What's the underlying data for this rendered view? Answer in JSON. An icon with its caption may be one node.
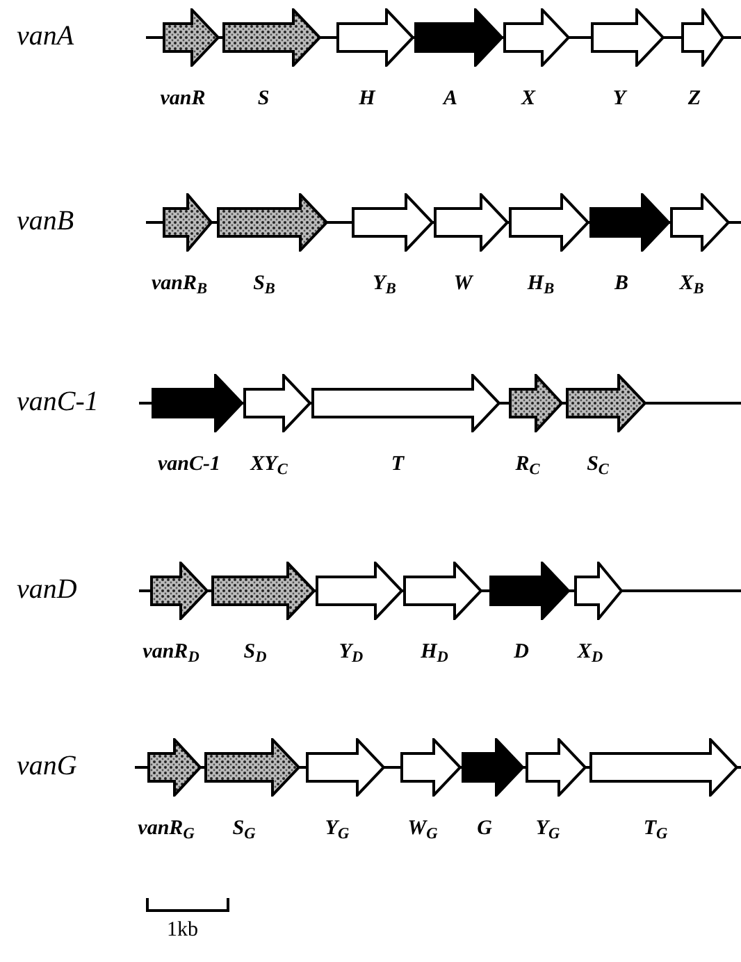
{
  "diagram": {
    "nodes": [
      {
        "text": [],
        "shape": "arrow",
        "beside": [
          "vanR"
        ]
      },
      {
        "text": [],
        "shape": "arrow",
        "beside": [
          "S"
        ]
      },
      {
        "text": [],
        "shape": "arrow",
        "beside": [
          "H"
        ]
      },
      {
        "text": [],
        "shape": "arrow",
        "beside": [
          "A"
        ]
      },
      {
        "text": [],
        "shape": "arrow",
        "beside": [
          "X"
        ]
      },
      {
        "text": [],
        "shape": "arrow",
        "beside": [
          "Y"
        ]
      },
      {
        "text": [],
        "shape": "arrow",
        "beside": [
          "Z"
        ]
      },
      {
        "text": [],
        "shape": "arrow",
        "beside": [
          "vanR$_{B}$"
        ]
      },
      {
        "text": [],
        "shape": "arrow",
        "beside": [
          "S$_{B}$"
        ]
      },
      {
        "text": [],
        "shape": "arrow",
        "beside": [
          "Y$_{B}$"
        ]
      },
      {
        "text": [],
        "shape": "arrow",
        "beside": [
          "W"
        ]
      },
      {
        "text": [],
        "shape": "arrow",
        "beside": [
          "H$_{B}$"
        ]
      },
      {
        "text": [],
        "shape": "arrow",
        "beside": [
          "B"
        ]
      },
      {
        "text": [],
        "shape": "arrow",
        "beside": [
          "X$_{B}$"
        ]
      },
      {
        "text": [],
        "shape": "arrow",
        "beside": [
          "vanC-1"
        ]
      },
      {
        "text": [],
        "shape": "arrow",
        "beside": [
          "XY$_{C}$"
        ]
      },
      {
        "text": [],
        "shape": "arrow",
        "beside": [
          "T"
        ]
      },
      {
        "text": [],
        "shape": "arrow",
        "beside": [
          "R$_{C}$"
        ]
      },
      {
        "text": [],
        "shape": "arrow",
        "beside": [
          "S$_{C}$"
        ]
      },
      {
        "text": [],
        "shape": "arrow",
        "beside": [
          "vanR$_{D}$"
        ]
      },
      {
        "text": [],
        "shape": "arrow",
        "beside": [
          "S$_{D}$"
        ]
      },
      {
        "text": [],
        "shape": "arrow",
        "beside": [
          "Y$_{D}$"
        ]
      },
      {
        "text": [],
        "shape": "arrow",
        "beside": [
          "H$_{D}$"
        ]
      },
      {
        "text": [],
        "shape": "arrow",
        "beside": [
          "D"
        ]
      },
      {
        "text": [],
        "shape": "arrow",
        "beside": [
          "X$_{D}$"
        ]
      },
      {
        "text": [],
        "shape": "arrow",
        "beside": [
          "vanR$_{G}$"
        ]
      },
      {
        "text": [],
        "shape": "arrow",
        "beside": [
          "S$_{G}$"
        ]
      },
      {
        "text": [],
        "shape": "arrow",
        "beside": [
          "Y$_{G}$"
        ]
      },
      {
        "text": [],
        "shape": "arrow",
        "beside": [
          "W$_{G}$"
        ]
      },
      {
        "text": [],
        "shape": "arrow",
        "beside": [
          "G"
        ]
      },
      {
        "text": [],
        "shape": "arrow",
        "beside": [
          "Y$_{G}$"
        ]
      },
      {
        "text": [],
        "shape": "arrow",
        "beside": [
          "T$_{G}$"
        ]
      }
    ],
    "labels": [
      "vanA",
      "vanB",
      "vanC-1",
      "vanD",
      "vanG",
      "1kb"
    ]
  }
}
